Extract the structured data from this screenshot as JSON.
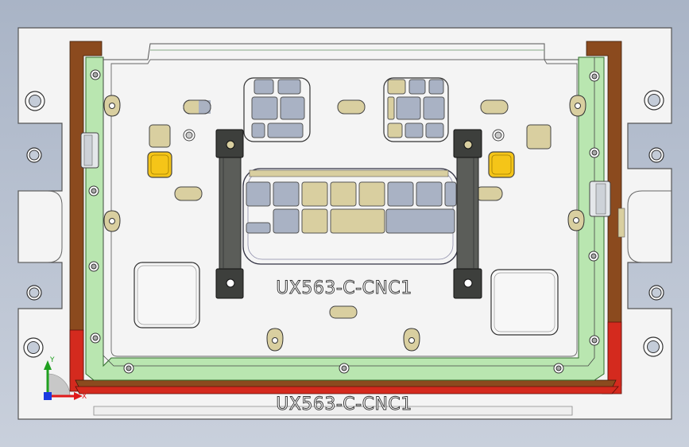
{
  "labels": {
    "part_label_top": "UX563-C-CNC1",
    "part_label_bottom": "UX563-C-CNC1",
    "axis_x": "X",
    "axis_y": "Y"
  },
  "colors": {
    "background": "#b5bfcf",
    "plate": "#f4f4f4",
    "brown_edge": "#8b4a1e",
    "red_edge": "#d42a1e",
    "green_ledge": "#b9e6b0",
    "tan_pad": "#d9cfa0",
    "yellow_pad": "#f5c518",
    "gray_pocket": "#a9b2c4",
    "handle": "#4b4d4a"
  }
}
